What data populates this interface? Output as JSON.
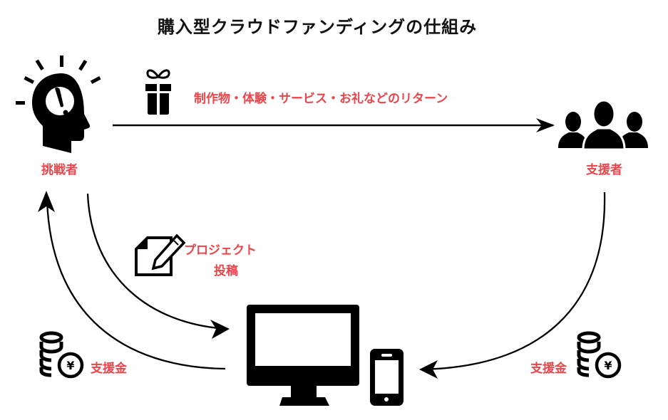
{
  "title": "購入型クラウドファンディングの仕組み",
  "accent_color": "#e8464b",
  "nodes": {
    "challenger": {
      "label": "挑戦者",
      "icon": "idea-head-icon"
    },
    "supporters": {
      "label": "支援者",
      "icon": "people-group-icon"
    },
    "platform": {
      "icons": [
        "desktop-monitor-icon",
        "smartphone-icon"
      ]
    }
  },
  "flows": {
    "return": {
      "label": "制作物・体験・サービス・お礼などのリターン",
      "icon": "gift-icon",
      "from": "challenger",
      "to": "supporters"
    },
    "project_post": {
      "label_line1": "プロジェクト",
      "label_line2": "投稿",
      "icon": "document-pen-icon",
      "from": "challenger",
      "to": "platform"
    },
    "funds_to_challenger": {
      "label": "支援金",
      "icon": "yen-coins-icon",
      "from": "platform",
      "to": "challenger"
    },
    "funds_from_supporters": {
      "label": "支援金",
      "icon": "yen-coins-icon",
      "from": "supporters",
      "to": "platform"
    }
  }
}
